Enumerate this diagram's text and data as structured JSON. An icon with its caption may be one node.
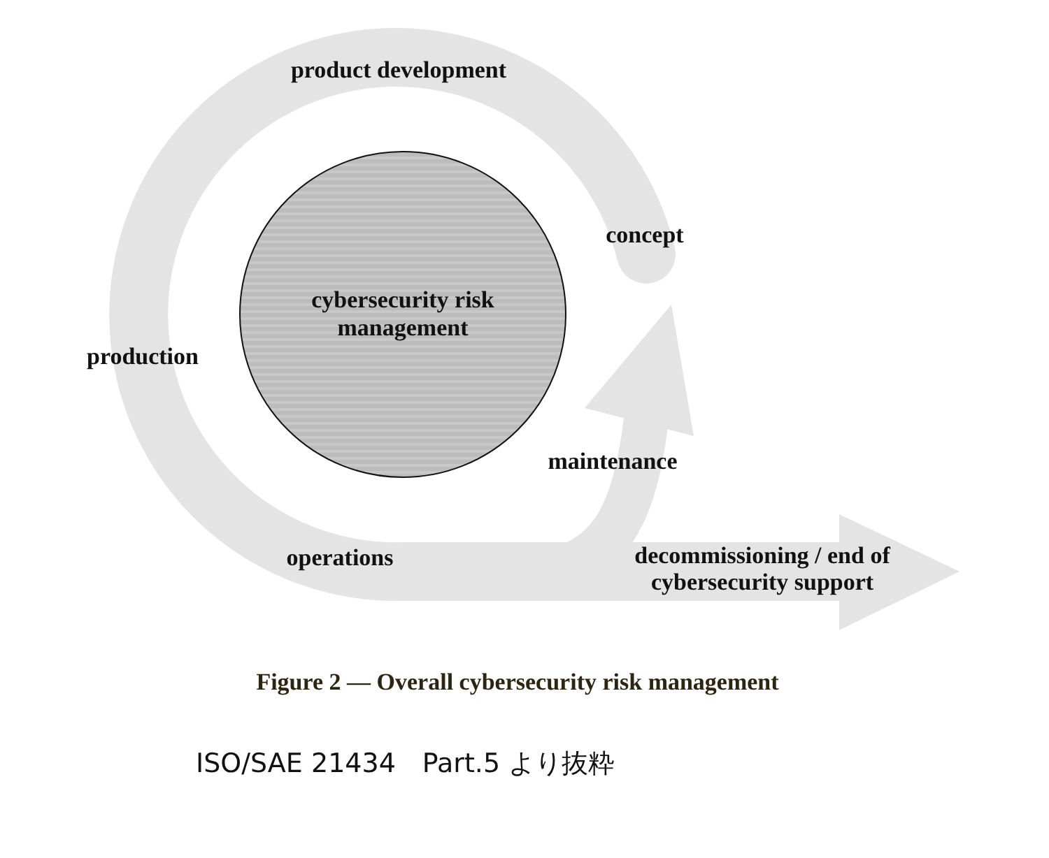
{
  "diagram": {
    "caption": "Figure 2 — Overall cybersecurity risk management",
    "nodes": [
      {
        "text": [
          "cybersecurity risk management"
        ]
      }
    ],
    "labels": [
      "product development",
      "concept",
      "production",
      "maintenance",
      "operations",
      "decommissioning / end of cybersecurity support",
      "ISO/SAE 21434　Part.5 より抜粋"
    ]
  }
}
